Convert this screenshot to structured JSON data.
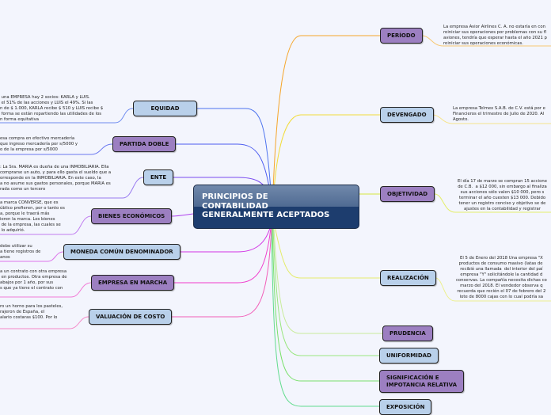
{
  "central": {
    "title": "PRINCIPIOS DE\nCONTABILIDAD\nGENERALMENTE ACEPTADOS"
  },
  "right": [
    {
      "label": "PERÍODO",
      "text": "La empresa Avior Airlines C. A. no estaría en con\nreiniciar sus operaciones por problemas con su fl\naviones, tendría que esperar hasta el año 2021 p\nreiniciar sus operaciones económicas."
    },
    {
      "label": "DEVENGADO",
      "text": "La empresa Telmex S.A.B. de C.V. está por e\nFinancieros el trimestre de Julio de 2020. Al\nAgosto."
    },
    {
      "label": "OBJETIVIDAD",
      "text": "El día 17 de marzo se compran 15 accione\nde C.B.  a $12 000, sin embargo al finaliza\nsus acciones sólo valen $10 000, pero s\nterminar el año cuesten $13 000. Debido\ntener un registro conciso y objetivo se de\najustes en la contabilidad y registrar"
    },
    {
      "label": "REALIZACIÓN",
      "text": "El 5 de Enero del 2018 Una empresa \"X\nproductos de consumo masivo (latas de \nrecibió una llamada  del interior del paí\nempresa \"Y\" solicitándole la cantidad d\nconservas. La compañía necesita dichas co\nmarzo del 2018. El vendedor observa q\nrecuerda que recién el 07 de febrero del 2\nlote de 8000 cajas con lo cual podría sa"
    },
    {
      "label": "PRUDENCIA"
    },
    {
      "label": "UNIFORMIDAD"
    },
    {
      "label": "SIGNIFICACIÓN E\nIMPOTANCIA RELATIVA"
    },
    {
      "label": "EXPOSICIÓN"
    }
  ],
  "left": [
    {
      "label": "EQUIDAD",
      "text": " una EMPRESA hay 2 socios: KARLA y LUIS.\n el 51% de las acciones y LUIS el 49%. Si las\nn de $ 1.000, KARLA recibe $ 510 y LUIS recibe $\n forma se están repartiendo las utilidades de los\nn forma equitativa"
    },
    {
      "label": "PARTIDA DOBLE",
      "text": "esa compra en efectivo mercadería\nque ingreso mercadería por s/5000 y\no de la empresa por s/5000"
    },
    {
      "label": "ENTE",
      "text": ": La Sra. MARIA es dueña de una INMOBILIARIA. Ella\ncomprarse un auto, y para ello gasta el sueldo que a\norresponde en la INMOBILIARIA. En este caso, la\na no asume sus gastos personales, porque MARIA es\nrada como un tercero"
    },
    {
      "label": "BIENES ECONÓMICOS",
      "text": "a marca CONVERSE, que es\núblico prefieren, por o tanto es\na, porque le traerá más\nieren la marca. Los bienes\n de la empresa, las cuales se\n lo adquirió."
    },
    {
      "label": "MONEDA COMÚN DENOMINADOR",
      "text": "debe utilizar su\na tiene registros de\nanos"
    },
    {
      "label": "EMPRESA EN MARCHA",
      "text": "a un contrato con otra empresa\n en productos. Otra empresa de\nabajos por 1 año, por sus\ns que ya tiene el contrato con"
    },
    {
      "label": "VALUACIÓN DE COSTO",
      "text": "ro un horno para los pasteles,\nrajeron de España, el\nalario costaras $100. Por lo"
    }
  ]
}
